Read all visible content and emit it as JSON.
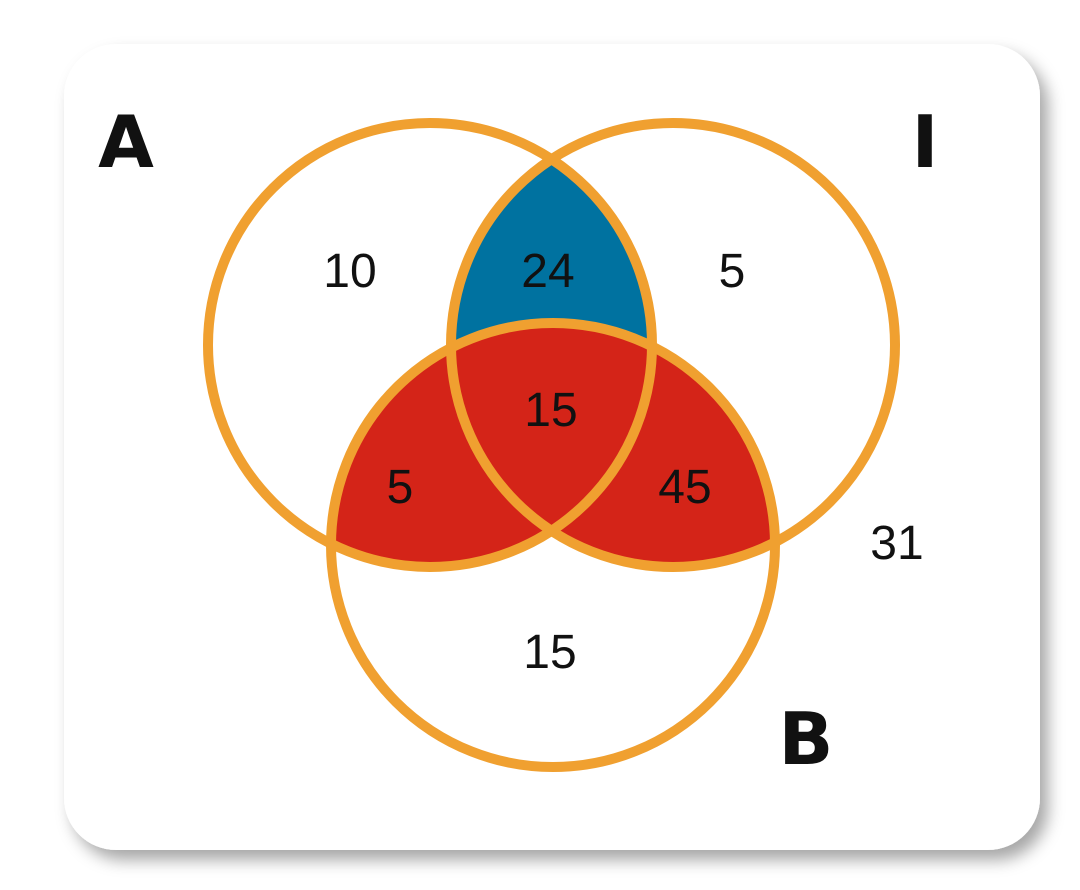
{
  "colors": {
    "circle_stroke": "#f0a030",
    "ai_only_fill": "#0072a0",
    "b_overlap_fill": "#d42418",
    "card_background": "#ffffff",
    "text": "#111111"
  },
  "sets": {
    "a": {
      "label": "A"
    },
    "i": {
      "label": "I"
    },
    "b": {
      "label": "B"
    }
  },
  "regions": {
    "a_only": "10",
    "a_i_only": "24",
    "i_only": "5",
    "a_i_b": "15",
    "a_b_only": "5",
    "i_b_only": "45",
    "b_only": "15",
    "outside": "31"
  }
}
